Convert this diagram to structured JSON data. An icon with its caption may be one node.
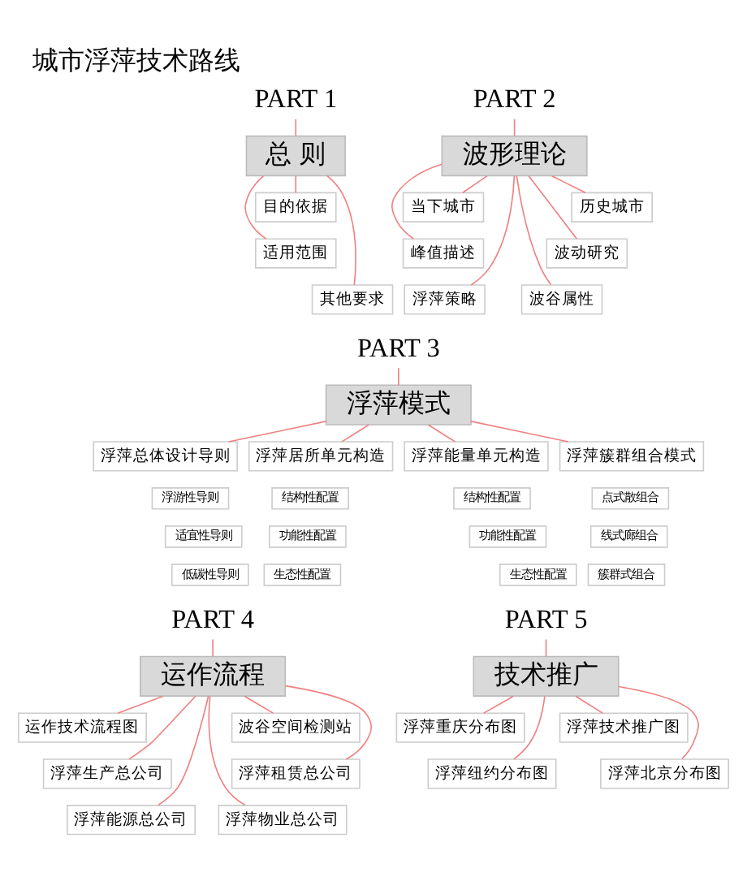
{
  "diagram": {
    "title": "城市浮萍技术路线",
    "nodes": [
      {
        "text": [
          "PART 1"
        ]
      },
      {
        "text": [
          "总 则"
        ]
      },
      {
        "text": [
          "目的依据"
        ]
      },
      {
        "text": [
          "适用范围"
        ]
      },
      {
        "text": [
          "其他要求"
        ]
      },
      {
        "text": [
          "PART 2"
        ]
      },
      {
        "text": [
          "波形理论"
        ]
      },
      {
        "text": [
          "历史城市"
        ]
      },
      {
        "text": [
          "当下城市"
        ]
      },
      {
        "text": [
          "波动研究"
        ]
      },
      {
        "text": [
          "峰值描述"
        ]
      },
      {
        "text": [
          "波谷属性"
        ]
      },
      {
        "text": [
          "浮萍策略"
        ]
      },
      {
        "text": [
          "PART 3"
        ]
      },
      {
        "text": [
          "浮萍模式"
        ]
      },
      {
        "text": [
          "浮萍总体设计导则"
        ]
      },
      {
        "text": [
          "浮游性导则"
        ]
      },
      {
        "text": [
          "适宜性导则"
        ]
      },
      {
        "text": [
          "低碳性导则"
        ]
      },
      {
        "text": [
          "浮萍居所单元构造"
        ]
      },
      {
        "text": [
          "结构性配置"
        ]
      },
      {
        "text": [
          "功能性配置"
        ]
      },
      {
        "text": [
          "生态性配置"
        ]
      },
      {
        "text": [
          "浮萍能量单元构造"
        ]
      },
      {
        "text": [
          "结构性配置"
        ]
      },
      {
        "text": [
          "功能性配置"
        ]
      },
      {
        "text": [
          "生态性配置"
        ]
      },
      {
        "text": [
          "浮萍簇群组合模式"
        ]
      },
      {
        "text": [
          "点式散组合"
        ]
      },
      {
        "text": [
          "线式廊组合"
        ]
      },
      {
        "text": [
          "簇群式组合"
        ]
      },
      {
        "text": [
          "PART 4"
        ]
      },
      {
        "text": [
          "运作流程"
        ]
      },
      {
        "text": [
          "运作技术流程图"
        ]
      },
      {
        "text": [
          "波谷空间检测站"
        ]
      },
      {
        "text": [
          "浮萍生产总公司"
        ]
      },
      {
        "text": [
          "浮萍租赁总公司"
        ]
      },
      {
        "text": [
          "浮萍能源总公司"
        ]
      },
      {
        "text": [
          "浮萍物业总公司"
        ]
      },
      {
        "text": [
          "PART 5"
        ]
      },
      {
        "text": [
          "技术推广"
        ]
      },
      {
        "text": [
          "浮萍技术推广图"
        ]
      },
      {
        "text": [
          "浮萍重庆分布图"
        ]
      },
      {
        "text": [
          "浮萍北京分布图"
        ]
      },
      {
        "text": [
          "浮萍纽约分布图"
        ]
      }
    ],
    "edges": [
      {
        "from": 0,
        "to": 1,
        "arrow": "none"
      },
      {
        "from": 1,
        "to": 2,
        "arrow": "none"
      },
      {
        "from": 1,
        "to": 3,
        "arrow": "none"
      },
      {
        "from": 1,
        "to": 4,
        "arrow": "none"
      },
      {
        "from": 5,
        "to": 6,
        "arrow": "none"
      },
      {
        "from": 6,
        "to": 7,
        "arrow": "none"
      },
      {
        "from": 6,
        "to": 8,
        "arrow": "none"
      },
      {
        "from": 6,
        "to": 9,
        "arrow": "none"
      },
      {
        "from": 6,
        "to": 10,
        "arrow": "none"
      },
      {
        "from": 6,
        "to": 11,
        "arrow": "none"
      },
      {
        "from": 6,
        "to": 12,
        "arrow": "none"
      },
      {
        "from": 13,
        "to": 14,
        "arrow": "none"
      },
      {
        "from": 14,
        "to": 15,
        "arrow": "none"
      },
      {
        "from": 14,
        "to": 19,
        "arrow": "none"
      },
      {
        "from": 14,
        "to": 23,
        "arrow": "none"
      },
      {
        "from": 14,
        "to": 27,
        "arrow": "none"
      },
      {
        "from": 31,
        "to": 32,
        "arrow": "none"
      },
      {
        "from": 32,
        "to": 33,
        "arrow": "none"
      },
      {
        "from": 32,
        "to": 34,
        "arrow": "none"
      },
      {
        "from": 32,
        "to": 35,
        "arrow": "none"
      },
      {
        "from": 32,
        "to": 36,
        "arrow": "none"
      },
      {
        "from": 32,
        "to": 37,
        "arrow": "none"
      },
      {
        "from": 32,
        "to": 38,
        "arrow": "none"
      },
      {
        "from": 39,
        "to": 40,
        "arrow": "none"
      },
      {
        "from": 40,
        "to": 41,
        "arrow": "none"
      },
      {
        "from": 40,
        "to": 42,
        "arrow": "none"
      },
      {
        "from": 40,
        "to": 43,
        "arrow": "none"
      },
      {
        "from": 40,
        "to": 44,
        "arrow": "none"
      }
    ]
  }
}
